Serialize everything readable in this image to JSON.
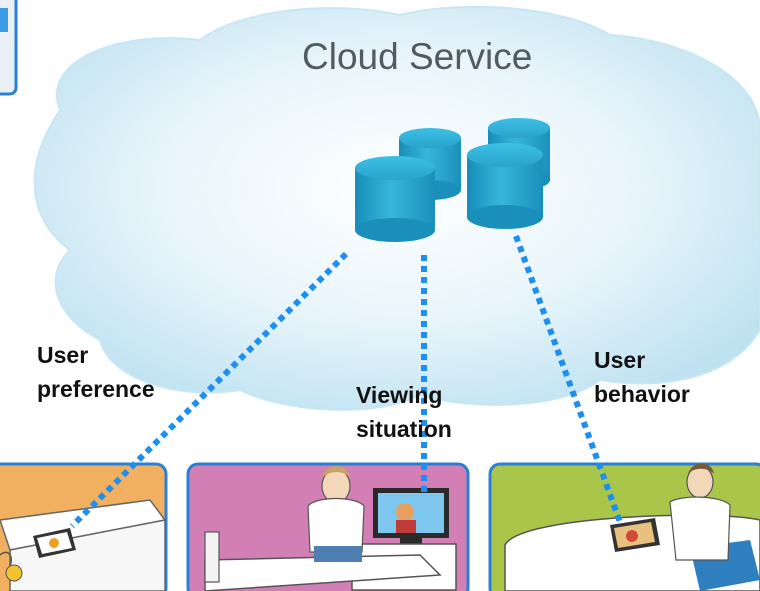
{
  "cloud": {
    "title": "Cloud Service"
  },
  "labels": {
    "user_preference": [
      "User",
      "preference"
    ],
    "viewing_situation": [
      "Viewing",
      "situation"
    ],
    "user_behavior": [
      "User",
      "behavior"
    ]
  },
  "scenes": [
    {
      "id": "kitchen-tablet",
      "background": "#f0b060"
    },
    {
      "id": "bedroom-tv",
      "background": "#d27fb6"
    },
    {
      "id": "sofa-tablet",
      "background": "#a9c64a"
    }
  ],
  "colors": {
    "cloud": "#d9eef7",
    "database": "#2ba6cc",
    "connector": "#1e8ff0",
    "scene_border": "#2a7fd6"
  },
  "icons": [
    "cloud-shape",
    "database-cylinder",
    "tablet-icon",
    "tv-icon",
    "person-icon",
    "bed-icon",
    "sofa-icon"
  ]
}
